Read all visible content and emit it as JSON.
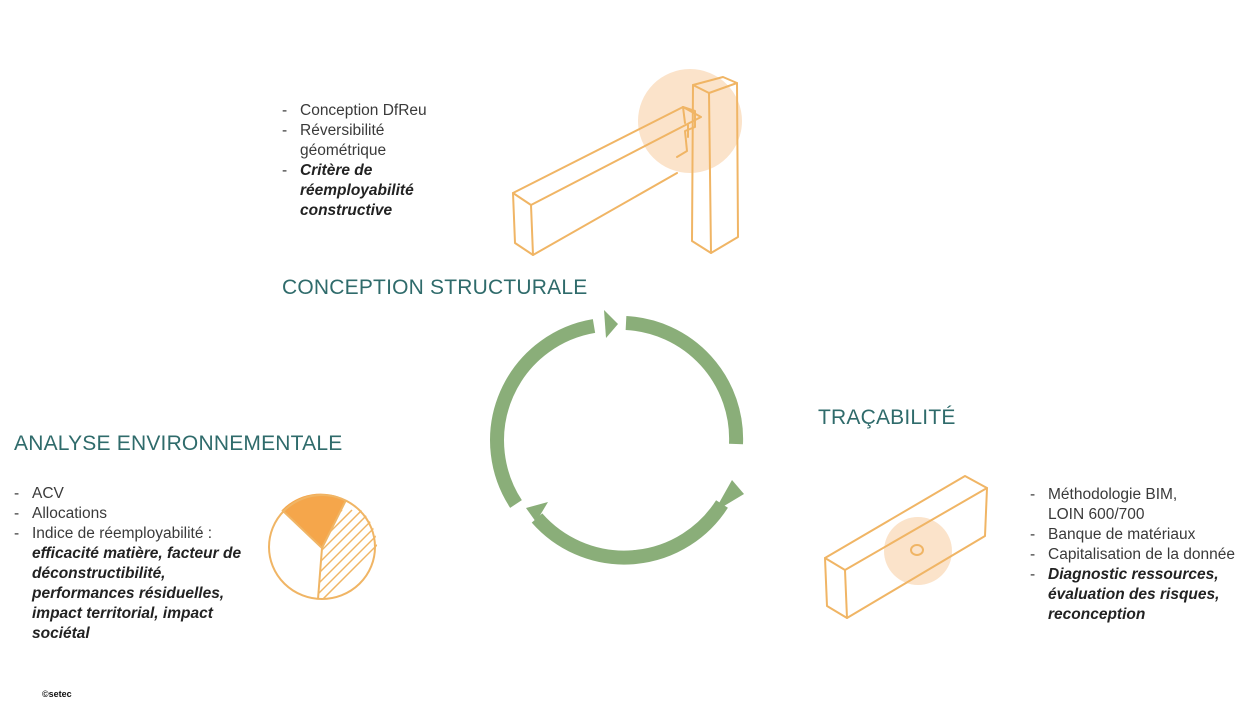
{
  "sections": {
    "conception": {
      "title": "CONCEPTION STRUCTURALE",
      "items": [
        "Conception DfReu",
        "Réversibilité géométrique",
        "Critère de réemployabilité constructive"
      ]
    },
    "tracabilite": {
      "title": "TRAÇABILITÉ",
      "items": [
        "Méthodologie BIM, LOIN 600/700",
        "Banque de matériaux",
        "Capitalisation de la donnée",
        "Diagnostic ressources, évaluation des risques, reconception"
      ]
    },
    "analyse": {
      "title": "ANALYSE ENVIRONNEMENTALE",
      "items": [
        "ACV",
        "Allocations",
        "Indice de réemployabilité :",
        "efficacité matière, facteur de déconstructibilité, performances résiduelles, impact territorial, impact sociétal"
      ]
    }
  },
  "copyright": "©setec",
  "colors": {
    "heading": "#2f6b6b",
    "cycle_arrow": "#8aae79",
    "sketch_line": "#f0b565",
    "highlight_circle": "#fbe3ca",
    "pie_fill": "#f5a64b"
  },
  "icons": {
    "conception": "timber-joint-sketch-icon",
    "tracabilite": "timber-beam-sketch-icon",
    "analyse": "pie-chart-sketch-icon",
    "cycle": "circular-arrows-icon"
  }
}
